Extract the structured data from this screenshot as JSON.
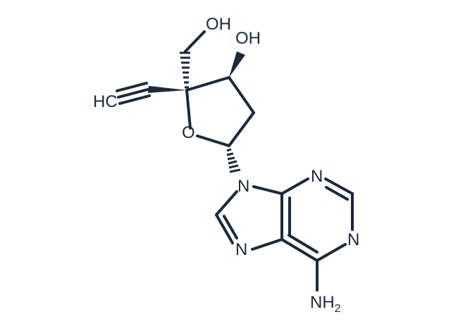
{
  "molecule": {
    "labels": {
      "oh_top": "OH",
      "oh_ring": "OH",
      "hc": "HC",
      "o_ring": "O",
      "n9": "N",
      "n1": "N",
      "n3": "N",
      "n7": "N",
      "nh": "NH",
      "nh_sub": "2"
    },
    "colors": {
      "ink": "#1a2a3a",
      "background": "#ffffff"
    }
  }
}
